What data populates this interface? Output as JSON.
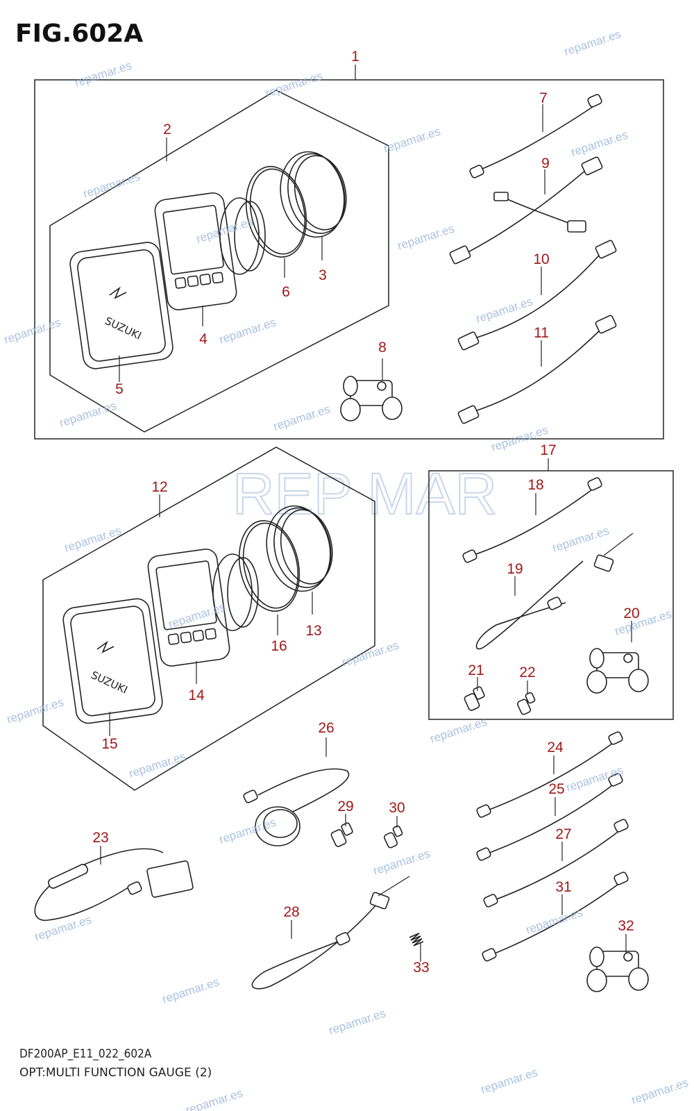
{
  "figure": {
    "title": "FIG.602A",
    "code": "DF200AP_E11_022_602A",
    "caption": "OPT:MULTI FUNCTION GAUGE (2)"
  },
  "logo_text": "REP MAR",
  "watermark_text": "repamar.es",
  "callouts": [
    "1",
    "2",
    "3",
    "4",
    "5",
    "6",
    "7",
    "8",
    "9",
    "10",
    "11",
    "12",
    "13",
    "14",
    "15",
    "16",
    "17",
    "18",
    "19",
    "20",
    "21",
    "22",
    "23",
    "24",
    "25",
    "26",
    "27",
    "28",
    "29",
    "30",
    "31",
    "32",
    "33"
  ],
  "brand_mark": "SUZUKI",
  "colors": {
    "callout": "#a01818",
    "watermark": "#9ab6dc",
    "line": "#222222"
  }
}
